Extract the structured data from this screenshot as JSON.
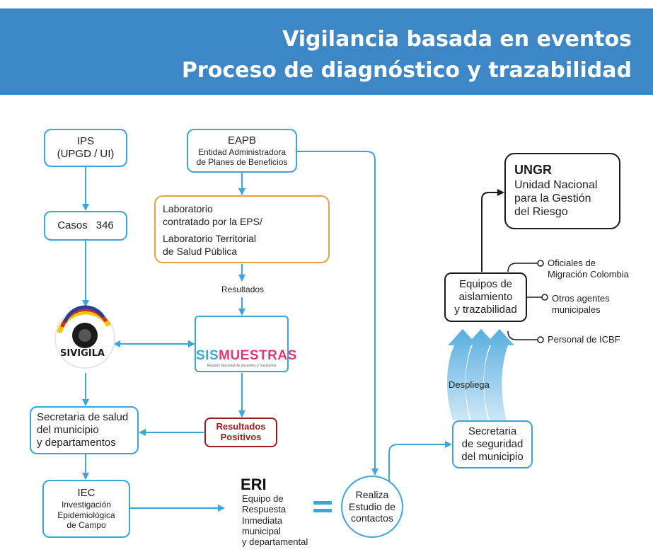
{
  "header": {
    "line1": "Vigilancia basada en eventos",
    "line2": "Proceso de diagnóstico y trazabilidad"
  },
  "nodes": {
    "ips": {
      "title": "IPS",
      "subtitle": "(UPGD / UI)"
    },
    "casos": {
      "label": "Casos",
      "code": "346"
    },
    "sivigila": {
      "label": "SIVIGILA"
    },
    "secretaria_salud": {
      "lines": [
        "Secretaria de salud",
        "del municipio",
        "y departamentos"
      ]
    },
    "iec": {
      "title": "IEC",
      "lines": [
        "Investigación",
        "Epidemiológica",
        "de Campo"
      ]
    },
    "eapb": {
      "title": "EAPB",
      "lines": [
        "Entidad Administradora",
        "de Planes de Beneficios"
      ]
    },
    "laboratorio": {
      "line1": "Laboratorio",
      "line2": "contratado por la EPS/",
      "line3": "Laboratorio Territorial",
      "line4": "de Salud Pública"
    },
    "resultados": {
      "label": "Resultados"
    },
    "sismuestras": {
      "part1": "SIS",
      "part2": "MUESTRAS",
      "tagline": "Registro Nacional de pacientes y resultados"
    },
    "resultados_positivos": {
      "lines": [
        "Resultados",
        "Positivos"
      ]
    },
    "eri": {
      "title": "ERI",
      "lines": [
        "Equipo de",
        "Respuesta",
        "Inmediata",
        "municipal",
        "y departamental"
      ]
    },
    "estudio": {
      "lines": [
        "Realiza",
        "Estudio de",
        "contactos"
      ]
    },
    "secretaria_seguridad": {
      "lines": [
        "Secretaria",
        "de seguridad",
        "del municipio"
      ]
    },
    "despliega": {
      "label": "Despliega"
    },
    "equipos": {
      "lines": [
        "Equipos de",
        "aislamiento",
        "y trazabilidad"
      ]
    },
    "ungr": {
      "title": "UNGR",
      "lines": [
        "Unidad Nacional",
        "para la Gestión",
        "del Riesgo"
      ]
    },
    "agents": [
      {
        "lines": [
          "Oficiales de",
          "Migración Colombia"
        ]
      },
      {
        "lines": [
          "Otros agentes",
          "municipales"
        ]
      },
      {
        "lines": [
          "Personal de ICBF"
        ]
      }
    ]
  },
  "colors": {
    "banner": "#3d87c7",
    "connector": "#3aa6dc",
    "lab_border": "#e0a640",
    "positive": "#9b1c1c",
    "sivigila_yellow": "#f2c500",
    "sivigila_red": "#d42a2a",
    "sivigila_blue": "#2a3f9b"
  }
}
